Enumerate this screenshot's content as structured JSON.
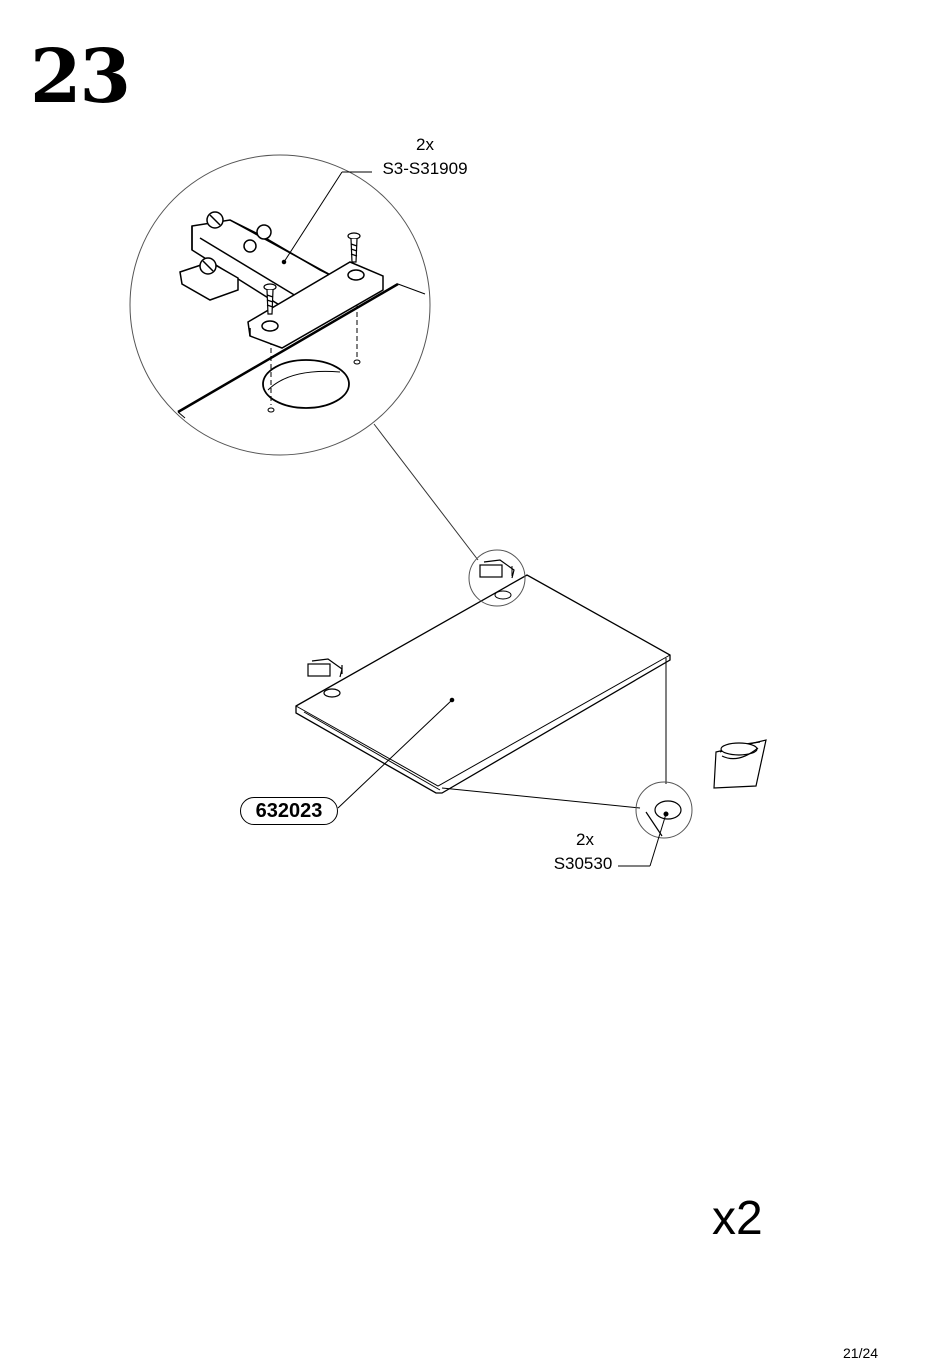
{
  "step": {
    "number": "23"
  },
  "hinge_callout": {
    "qty": "2x",
    "code": "S3-S31909"
  },
  "pad_callout": {
    "qty": "2x",
    "code": "S30530"
  },
  "panel_part": {
    "id": "632023"
  },
  "multiplier": "x2",
  "page": "21/24"
}
